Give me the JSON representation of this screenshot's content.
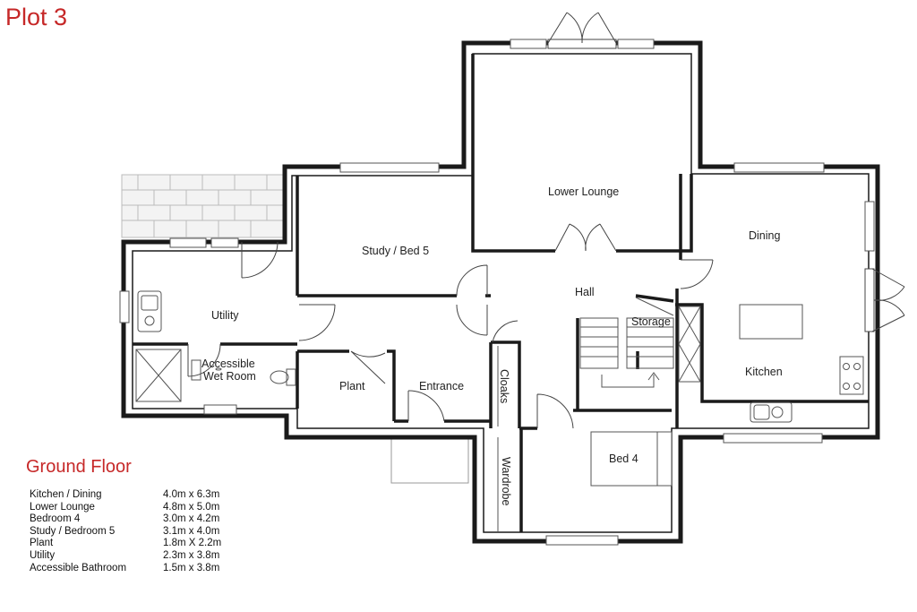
{
  "plot_title": "Plot 3",
  "floor_title": "Ground Floor",
  "rooms": {
    "lower_lounge": "Lower Lounge",
    "study_bed5": "Study / Bed 5",
    "dining": "Dining",
    "utility": "Utility",
    "hall": "Hall",
    "storage": "Storage",
    "wet_room_1": "Accessible",
    "wet_room_2": "Wet Room",
    "plant": "Plant",
    "entrance": "Entrance",
    "cloaks": "Cloaks",
    "kitchen": "Kitchen",
    "bed4": "Bed 4",
    "wardrobe": "Wardrobe"
  },
  "schedule": [
    {
      "room": "Kitchen / Dining",
      "size": "4.0m x 6.3m"
    },
    {
      "room": "Lower Lounge",
      "size": "4.8m x 5.0m"
    },
    {
      "room": "Bedroom 4",
      "size": "3.0m x 4.2m"
    },
    {
      "room": "Study / Bedroom 5",
      "size": "3.1m x 4.0m"
    },
    {
      "room": "Plant",
      "size": "1.8m X 2.2m"
    },
    {
      "room": "Utility",
      "size": "2.3m x 3.8m"
    },
    {
      "room": "Accessible Bathroom",
      "size": "1.5m x 3.8m"
    }
  ],
  "colors": {
    "accent_red": "#c62828",
    "wall": "#1a1a1a",
    "line": "#555555"
  }
}
